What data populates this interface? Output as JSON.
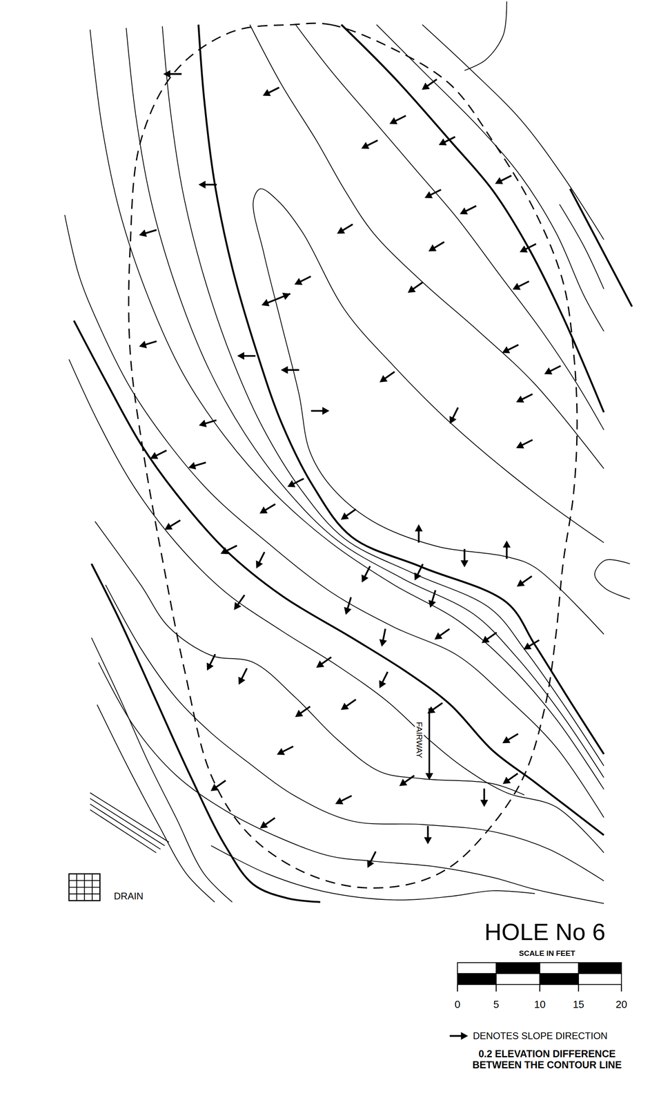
{
  "diagram": {
    "title": "HOLE No 6",
    "labels": [
      "FAIRWAY",
      "SCALE IN FEET",
      "0",
      "5",
      "10",
      "15",
      "20",
      "0.2 ELEVATION DIFFERENCE BETWEEN THE CONTOUR LINE"
    ],
    "legend": [
      {
        "text": "DRAIN"
      },
      {
        "text": "DENOTES SLOPE DIRECTION"
      }
    ]
  }
}
